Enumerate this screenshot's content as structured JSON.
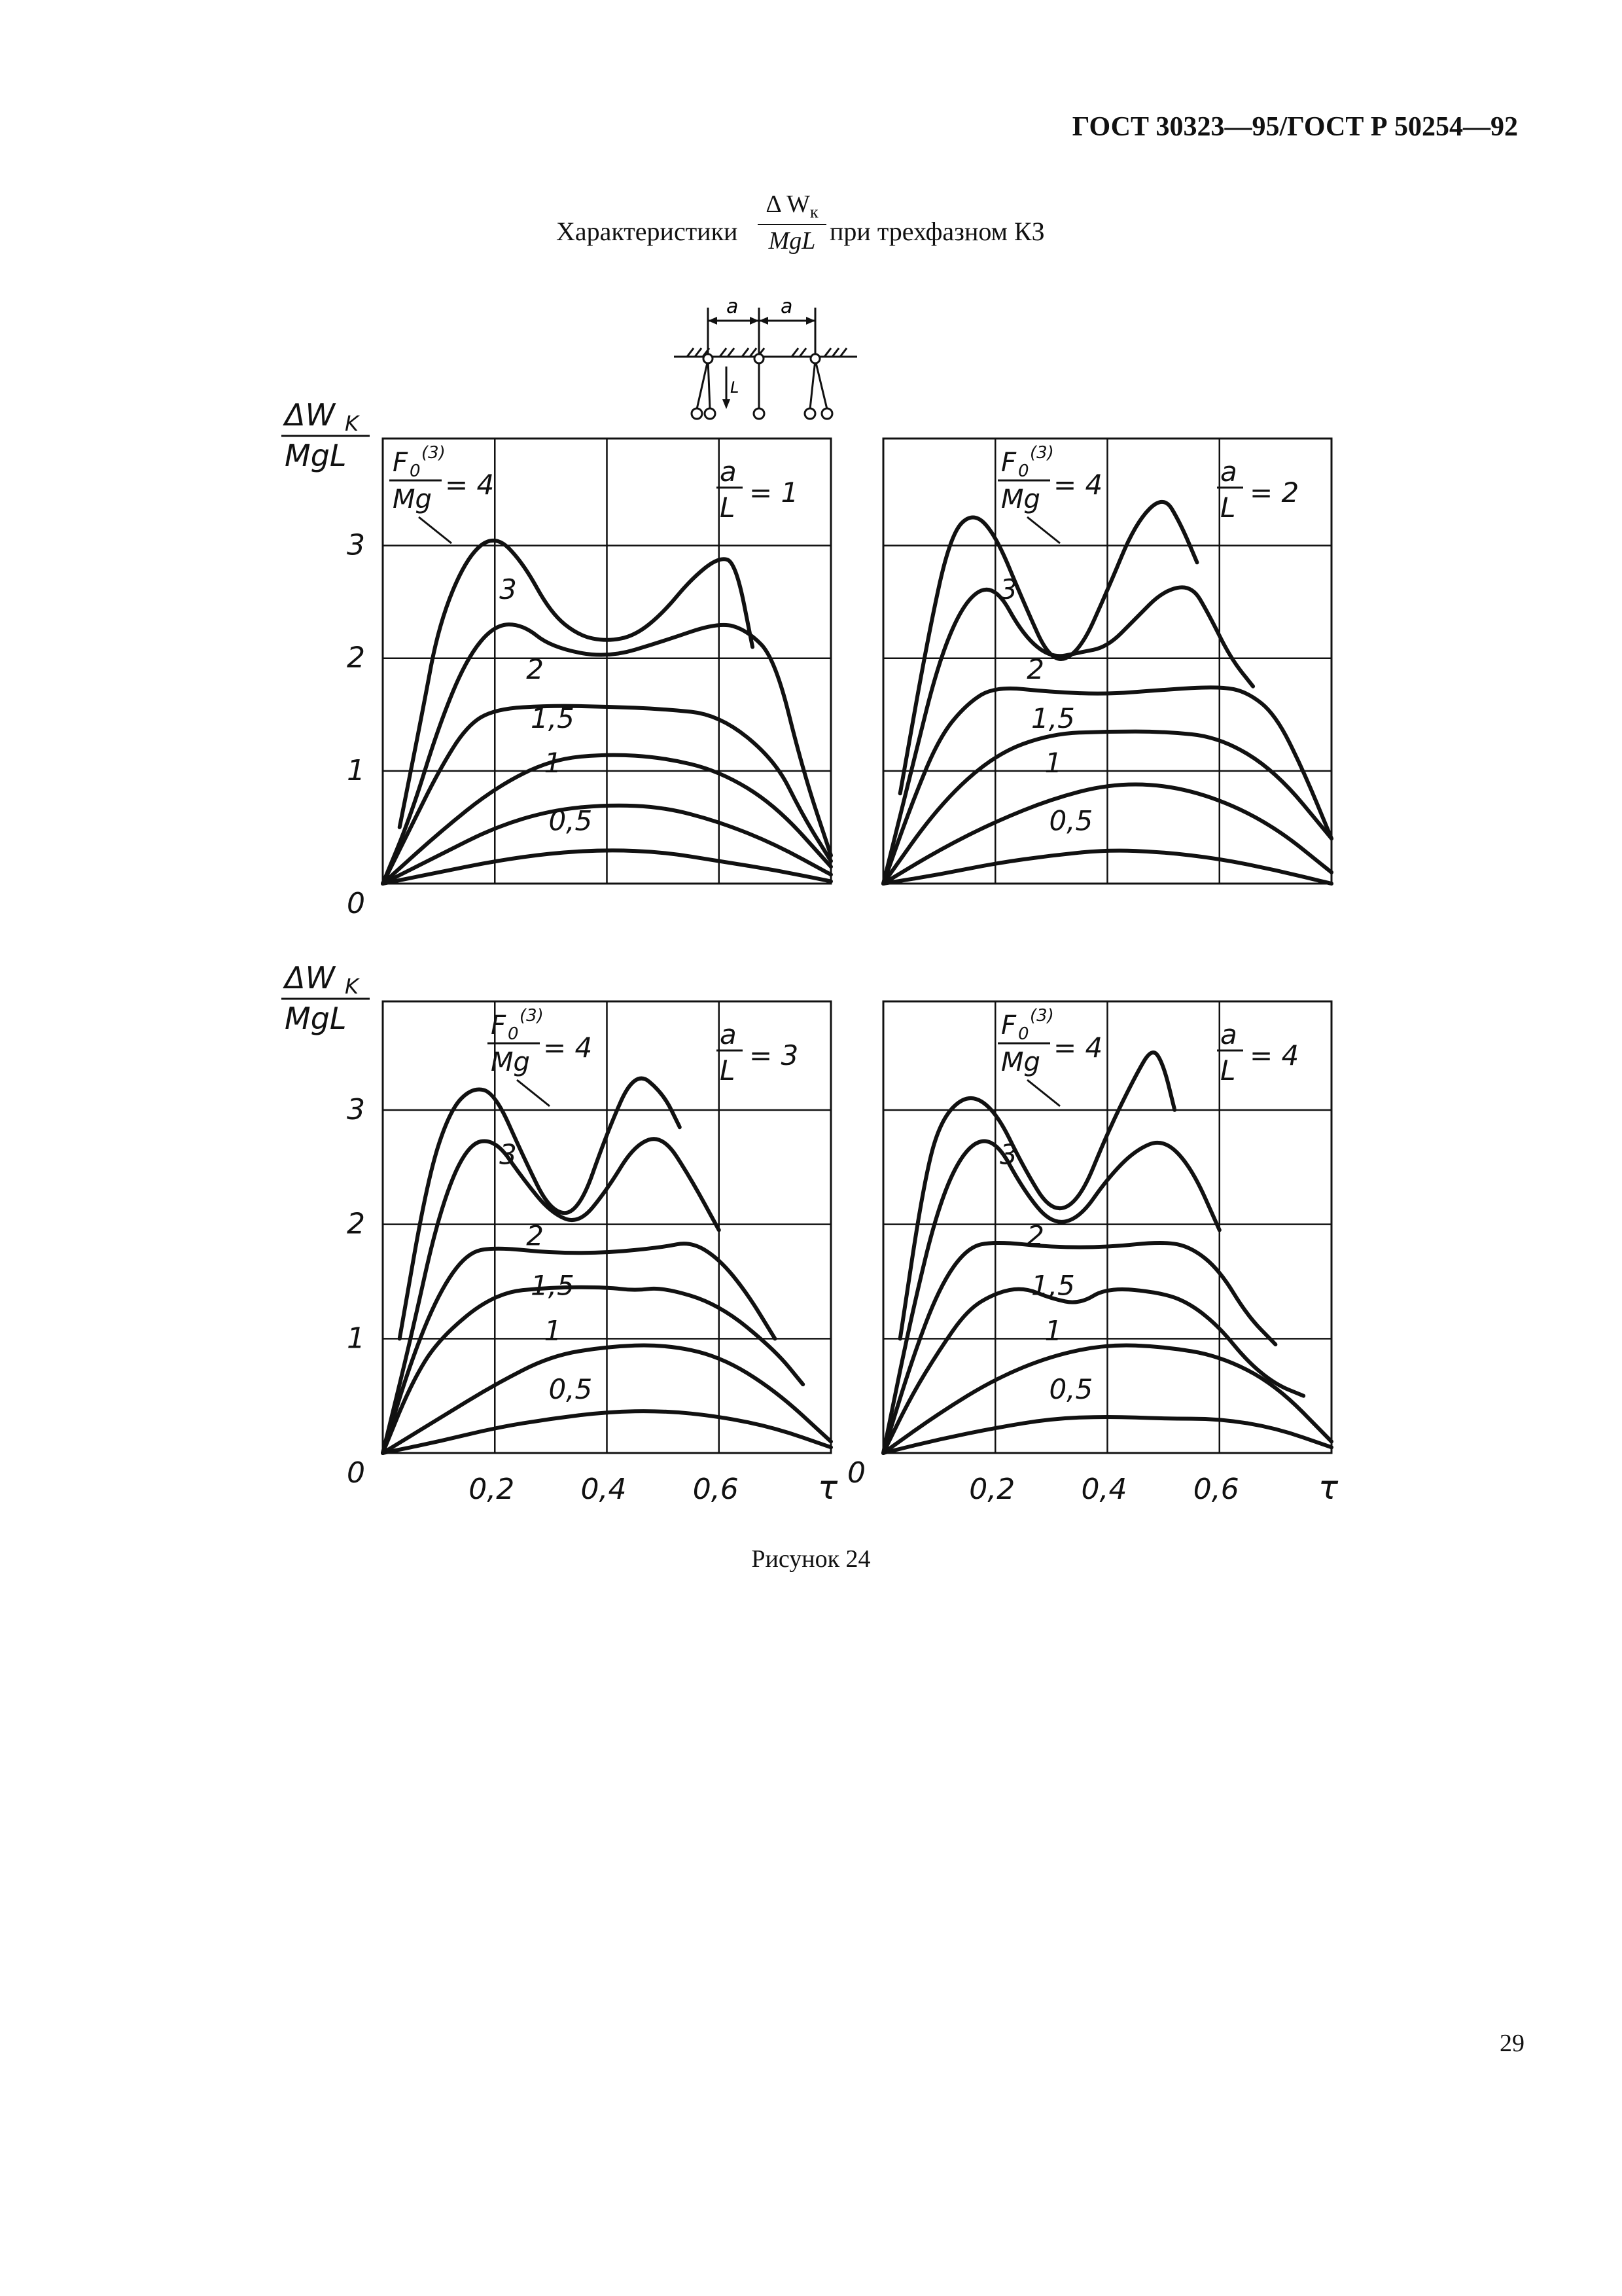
{
  "header": {
    "doc_code": "ГОСТ 30323—95/ГОСТ Р 50254—92"
  },
  "figure_title": {
    "before": "Характеристики",
    "numerator": "Δ W",
    "numerator_sub": "к",
    "denominator": "MgL",
    "after": "при трехфазном КЗ"
  },
  "schematic": {
    "spacing_label_1": "a",
    "spacing_label_2": "a",
    "length_label": "L"
  },
  "caption": "Рисунок 24",
  "page_number": "29",
  "colors": {
    "ink": "#111111",
    "grid": "#111111",
    "paper": "#ffffff"
  },
  "chart_data": [
    {
      "type": "line",
      "panel_label": "a/L = 1",
      "ratio": {
        "num": "a",
        "den": "L",
        "value": "1"
      },
      "ylabel": {
        "num": "ΔW",
        "num_sub": "K",
        "den": "MgL"
      },
      "force_label": {
        "num": "F",
        "num_sub": "0",
        "num_sup": "(3)",
        "den": "Mg",
        "value": "4"
      },
      "xlim": [
        0,
        0.8
      ],
      "ylim": [
        0,
        4
      ],
      "yticks": [
        "0",
        "1",
        "2",
        "3"
      ],
      "xticks": [],
      "grid": true,
      "series": [
        {
          "label": "0,5",
          "x": [
            0,
            0.1,
            0.2,
            0.3,
            0.4,
            0.5,
            0.6,
            0.7,
            0.8
          ],
          "y": [
            0,
            0.1,
            0.2,
            0.27,
            0.3,
            0.28,
            0.2,
            0.12,
            0.02
          ]
        },
        {
          "label": "1",
          "x": [
            0,
            0.1,
            0.2,
            0.3,
            0.4,
            0.5,
            0.6,
            0.7,
            0.8
          ],
          "y": [
            0,
            0.25,
            0.5,
            0.65,
            0.7,
            0.68,
            0.55,
            0.35,
            0.08
          ]
        },
        {
          "label": "1,5",
          "x": [
            0,
            0.1,
            0.2,
            0.3,
            0.4,
            0.5,
            0.6,
            0.7,
            0.8
          ],
          "y": [
            0,
            0.45,
            0.85,
            1.1,
            1.15,
            1.12,
            1.0,
            0.7,
            0.15
          ]
        },
        {
          "label": "2",
          "x": [
            0,
            0.05,
            0.1,
            0.15,
            0.2,
            0.3,
            0.4,
            0.5,
            0.6,
            0.7,
            0.75,
            0.8
          ],
          "y": [
            0,
            0.5,
            1.0,
            1.4,
            1.55,
            1.58,
            1.57,
            1.55,
            1.5,
            1.1,
            0.6,
            0.2
          ]
        },
        {
          "label": "3",
          "x": [
            0,
            0.05,
            0.1,
            0.15,
            0.2,
            0.25,
            0.3,
            0.4,
            0.5,
            0.6,
            0.65,
            0.7,
            0.75,
            0.8
          ],
          "y": [
            0,
            0.6,
            1.4,
            2.0,
            2.3,
            2.3,
            2.1,
            2.0,
            2.15,
            2.32,
            2.25,
            2.0,
            1.0,
            0.25
          ]
        },
        {
          "label": "4",
          "x": [
            0.03,
            0.07,
            0.1,
            0.15,
            0.2,
            0.25,
            0.3,
            0.35,
            0.4,
            0.45,
            0.5,
            0.55,
            0.6,
            0.63,
            0.66
          ],
          "y": [
            0.5,
            1.5,
            2.3,
            2.9,
            3.1,
            2.85,
            2.4,
            2.2,
            2.15,
            2.2,
            2.4,
            2.7,
            2.9,
            2.85,
            2.1
          ]
        }
      ]
    },
    {
      "type": "line",
      "panel_label": "a/L = 2",
      "ratio": {
        "num": "a",
        "den": "L",
        "value": "2"
      },
      "force_label": {
        "num": "F",
        "num_sub": "0",
        "num_sup": "(3)",
        "den": "Mg",
        "value": "4"
      },
      "xlim": [
        0,
        0.8
      ],
      "ylim": [
        0,
        4
      ],
      "yticks": [],
      "xticks": [],
      "grid": true,
      "series": [
        {
          "label": "0,5",
          "x": [
            0,
            0.1,
            0.2,
            0.3,
            0.4,
            0.5,
            0.6,
            0.7,
            0.8
          ],
          "y": [
            0,
            0.08,
            0.18,
            0.25,
            0.3,
            0.28,
            0.22,
            0.12,
            0.0
          ]
        },
        {
          "label": "1",
          "x": [
            0,
            0.1,
            0.2,
            0.3,
            0.4,
            0.5,
            0.6,
            0.7,
            0.8
          ],
          "y": [
            0,
            0.3,
            0.55,
            0.75,
            0.88,
            0.88,
            0.75,
            0.5,
            0.1
          ]
        },
        {
          "label": "1,5",
          "x": [
            0,
            0.1,
            0.2,
            0.3,
            0.4,
            0.5,
            0.6,
            0.7,
            0.8
          ],
          "y": [
            0,
            0.7,
            1.15,
            1.33,
            1.35,
            1.35,
            1.3,
            1.0,
            0.4
          ]
        },
        {
          "label": "2",
          "x": [
            0,
            0.05,
            0.1,
            0.15,
            0.2,
            0.3,
            0.4,
            0.5,
            0.6,
            0.65,
            0.7,
            0.75,
            0.8
          ],
          "y": [
            0,
            0.7,
            1.3,
            1.6,
            1.75,
            1.7,
            1.68,
            1.72,
            1.75,
            1.7,
            1.5,
            1.0,
            0.4
          ]
        },
        {
          "label": "3",
          "x": [
            0,
            0.05,
            0.1,
            0.15,
            0.2,
            0.25,
            0.3,
            0.35,
            0.4,
            0.45,
            0.5,
            0.55,
            0.58,
            0.62,
            0.66
          ],
          "y": [
            0,
            1.0,
            2.0,
            2.55,
            2.65,
            2.2,
            2.0,
            2.05,
            2.1,
            2.35,
            2.6,
            2.65,
            2.4,
            2.0,
            1.75
          ]
        },
        {
          "label": "4",
          "x": [
            0.03,
            0.08,
            0.12,
            0.16,
            0.2,
            0.25,
            0.3,
            0.35,
            0.4,
            0.45,
            0.5,
            0.53,
            0.56
          ],
          "y": [
            0.8,
            2.2,
            3.1,
            3.3,
            3.1,
            2.5,
            1.95,
            2.05,
            2.6,
            3.2,
            3.45,
            3.2,
            2.85
          ]
        }
      ]
    },
    {
      "type": "line",
      "panel_label": "a/L = 3",
      "ratio": {
        "num": "a",
        "den": "L",
        "value": "3"
      },
      "ylabel": {
        "num": "ΔW",
        "num_sub": "K",
        "den": "MgL"
      },
      "force_label": {
        "num": "F",
        "num_sub": "0",
        "num_sup": "(3)",
        "den": "Mg",
        "value": "4"
      },
      "xlim": [
        0,
        0.8
      ],
      "ylim": [
        0,
        4
      ],
      "yticks": [
        "0",
        "1",
        "2",
        "3"
      ],
      "xticks": [
        "0,2",
        "0,4",
        "0,6"
      ],
      "xlabel": "τ",
      "grid": true,
      "series": [
        {
          "label": "0,5",
          "x": [
            0,
            0.1,
            0.2,
            0.3,
            0.4,
            0.5,
            0.6,
            0.7,
            0.8
          ],
          "y": [
            0,
            0.1,
            0.22,
            0.3,
            0.36,
            0.37,
            0.32,
            0.22,
            0.05
          ]
        },
        {
          "label": "1",
          "x": [
            0,
            0.1,
            0.2,
            0.3,
            0.4,
            0.5,
            0.6,
            0.7,
            0.8
          ],
          "y": [
            0,
            0.3,
            0.6,
            0.85,
            0.93,
            0.95,
            0.85,
            0.55,
            0.1
          ]
        },
        {
          "label": "1,5",
          "x": [
            0,
            0.05,
            0.1,
            0.2,
            0.3,
            0.4,
            0.45,
            0.5,
            0.6,
            0.7,
            0.75
          ],
          "y": [
            0,
            0.6,
            1.0,
            1.4,
            1.45,
            1.45,
            1.42,
            1.45,
            1.3,
            0.9,
            0.6
          ]
        },
        {
          "label": "2",
          "x": [
            0,
            0.05,
            0.1,
            0.15,
            0.2,
            0.3,
            0.4,
            0.5,
            0.55,
            0.6,
            0.65,
            0.7
          ],
          "y": [
            0,
            0.8,
            1.4,
            1.75,
            1.8,
            1.75,
            1.75,
            1.8,
            1.85,
            1.7,
            1.4,
            1.0
          ]
        },
        {
          "label": "3",
          "x": [
            0,
            0.05,
            0.1,
            0.15,
            0.2,
            0.25,
            0.3,
            0.35,
            0.4,
            0.45,
            0.5,
            0.55,
            0.6
          ],
          "y": [
            0,
            1.0,
            2.1,
            2.7,
            2.75,
            2.4,
            2.1,
            2.0,
            2.3,
            2.7,
            2.78,
            2.4,
            1.95
          ]
        },
        {
          "label": "4",
          "x": [
            0.03,
            0.08,
            0.12,
            0.16,
            0.2,
            0.25,
            0.3,
            0.35,
            0.4,
            0.45,
            0.5,
            0.53
          ],
          "y": [
            1.0,
            2.4,
            3.0,
            3.2,
            3.15,
            2.6,
            2.1,
            2.1,
            2.8,
            3.35,
            3.15,
            2.85
          ]
        }
      ]
    },
    {
      "type": "line",
      "panel_label": "a/L = 4",
      "ratio": {
        "num": "a",
        "den": "L",
        "value": "4"
      },
      "force_label": {
        "num": "F",
        "num_sub": "0",
        "num_sup": "(3)",
        "den": "Mg",
        "value": "4"
      },
      "xlim": [
        0,
        0.8
      ],
      "ylim": [
        0,
        4
      ],
      "yticks": [
        "0"
      ],
      "xticks": [
        "0,2",
        "0,4",
        "0,6"
      ],
      "xlabel": "τ",
      "grid": true,
      "series": [
        {
          "label": "0,5",
          "x": [
            0,
            0.1,
            0.2,
            0.3,
            0.4,
            0.5,
            0.6,
            0.7,
            0.8
          ],
          "y": [
            0,
            0.12,
            0.22,
            0.3,
            0.32,
            0.3,
            0.3,
            0.22,
            0.05
          ]
        },
        {
          "label": "1",
          "x": [
            0,
            0.1,
            0.2,
            0.3,
            0.4,
            0.5,
            0.6,
            0.7,
            0.8
          ],
          "y": [
            0,
            0.35,
            0.65,
            0.85,
            0.95,
            0.93,
            0.85,
            0.6,
            0.1
          ]
        },
        {
          "label": "1,5",
          "x": [
            0,
            0.05,
            0.1,
            0.15,
            0.2,
            0.25,
            0.3,
            0.35,
            0.4,
            0.5,
            0.55,
            0.6,
            0.65,
            0.7,
            0.75
          ],
          "y": [
            0,
            0.5,
            0.9,
            1.25,
            1.4,
            1.45,
            1.35,
            1.3,
            1.45,
            1.4,
            1.3,
            1.1,
            0.8,
            0.6,
            0.5
          ]
        },
        {
          "label": "2",
          "x": [
            0,
            0.05,
            0.1,
            0.15,
            0.2,
            0.3,
            0.4,
            0.5,
            0.55,
            0.6,
            0.65,
            0.7
          ],
          "y": [
            0,
            0.8,
            1.45,
            1.8,
            1.85,
            1.8,
            1.8,
            1.85,
            1.8,
            1.6,
            1.2,
            0.95
          ]
        },
        {
          "label": "3",
          "x": [
            0,
            0.05,
            0.1,
            0.15,
            0.2,
            0.25,
            0.3,
            0.35,
            0.4,
            0.45,
            0.5,
            0.55,
            0.6
          ],
          "y": [
            0,
            1.2,
            2.2,
            2.7,
            2.75,
            2.3,
            2.0,
            2.05,
            2.4,
            2.65,
            2.75,
            2.5,
            1.95
          ]
        },
        {
          "label": "4",
          "x": [
            0.03,
            0.07,
            0.1,
            0.15,
            0.2,
            0.25,
            0.3,
            0.35,
            0.4,
            0.45,
            0.48,
            0.5,
            0.52
          ],
          "y": [
            1.0,
            2.3,
            2.9,
            3.15,
            3.0,
            2.5,
            2.1,
            2.2,
            2.8,
            3.3,
            3.55,
            3.4,
            3.0
          ]
        }
      ]
    }
  ]
}
